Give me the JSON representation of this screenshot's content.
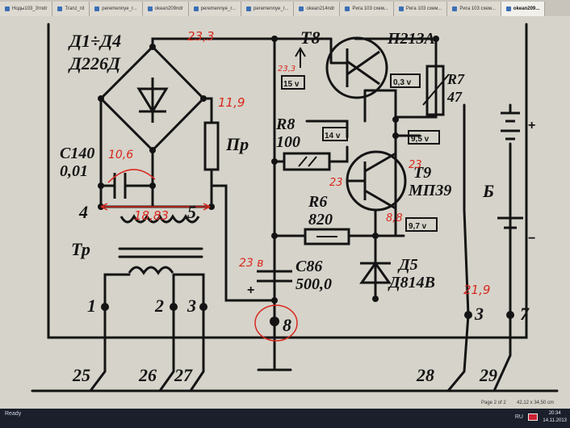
{
  "tabs": [
    {
      "label": "Ноды103_3тndr"
    },
    {
      "label": "Tranz_rd"
    },
    {
      "label": "peremennye_r..."
    },
    {
      "label": "okean209ndr"
    },
    {
      "label": "peremennye_r..."
    },
    {
      "label": "peremennye_r..."
    },
    {
      "label": "okean214ndr"
    },
    {
      "label": "Рига 103 схем..."
    },
    {
      "label": "Рига 103 схем..."
    },
    {
      "label": "Рига 103 схем..."
    },
    {
      "label": "okean209..."
    }
  ],
  "schematic": {
    "diode_block_title": "Д1÷Д4",
    "diode_block_type": "Д226Д",
    "cap_c140_name": "С140",
    "cap_c140_value": "0,01",
    "fuse_label": "Пр",
    "transformer_label": "Тр",
    "node_4": "4",
    "node_5": "5",
    "node_1": "1",
    "node_2": "2",
    "node_3_left": "3",
    "node_8": "8",
    "node_3_right": "3",
    "node_7": "7",
    "node_25": "25",
    "node_26": "26",
    "node_27": "27",
    "node_28": "28",
    "node_29": "29",
    "t8_label": "Т8",
    "p213_label": "П213А",
    "r7_label": "R7",
    "r7_value": "47",
    "r8_label": "R8",
    "r8_value": "100",
    "t9_label": "Т9",
    "t9_type": "МП39",
    "r6_label": "R6",
    "r6_value": "820",
    "c86_label": "С86",
    "c86_value": "500,0",
    "d5_label": "Д5",
    "d5_type": "Д814В",
    "battery_label": "Б",
    "box_15v": "15 v",
    "box_03v": "0,3 v",
    "box_14v": "14 v",
    "box_95v": "9,5 v",
    "box_97v": "9,7 v"
  },
  "annotations": {
    "top_23_3": "23,3",
    "left_23_3": "23,3",
    "v_11_9": "11,9",
    "v_10_6": "10,6",
    "v_18_83": "18,83",
    "v_23_b": "23 в",
    "v_23_t9": "23",
    "v_23_r": "23",
    "v_8_8": "8,8",
    "v_21_9": "21,9"
  },
  "annotation_color": "#d8281e",
  "ink_color": "#141414",
  "status": {
    "left": "Ready",
    "page": "Page 2 of 2",
    "size": "42,12 x 34,50 cm",
    "lang": "RU",
    "time": "20:34",
    "date": "14.11.2013"
  }
}
